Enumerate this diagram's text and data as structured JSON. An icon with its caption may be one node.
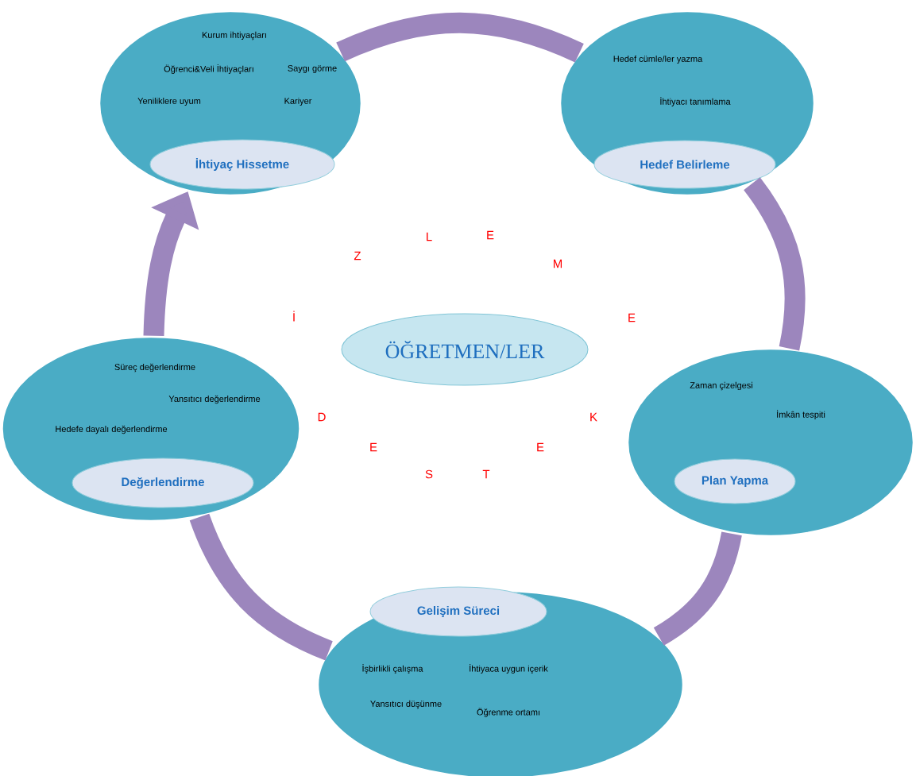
{
  "diagram": {
    "nodes": [
      {
        "text": [
          "Kurum ihtiyaçları",
          "Öğrenci&Veli İhtiyaçları",
          "Saygı görme",
          "Yeniliklere uyum",
          "Kariyer"
        ]
      },
      {
        "text": [
          "İhtiyaç Hissetme"
        ],
        "in": 0
      },
      {
        "text": [
          "Hedef cümle/ler yazma",
          "İhtiyacı tanımlama"
        ]
      },
      {
        "text": [
          "Hedef Belirleme"
        ],
        "in": 2
      },
      {
        "text": [
          "ÖĞRETMEN/LER"
        ]
      },
      {
        "text": [
          "Süreç değerlendirme",
          "Yansıtıcı değerlendirme",
          "Hedefe dayalı değerlendirme"
        ]
      },
      {
        "text": [
          "Değerlendirme"
        ],
        "in": 5
      },
      {
        "text": [
          "Zaman çizelgesi",
          "İmkân tespiti"
        ]
      },
      {
        "text": [
          "Plan Yapma"
        ],
        "in": 7
      },
      {
        "text": [
          "İşbirlikli çalışma",
          "İhtiyaca uygun içerik",
          "Yansıtıcı düşünme",
          "Öğrenme ortamı"
        ]
      },
      {
        "text": [
          "Gelişim Süreci"
        ],
        "in": 9
      }
    ],
    "edges": [
      {
        "from": 0,
        "to": 2,
        "arrow": "none"
      },
      {
        "from": 2,
        "to": 7,
        "arrow": "none"
      },
      {
        "from": 7,
        "to": 9,
        "arrow": "none"
      },
      {
        "from": 9,
        "to": 5,
        "arrow": "none"
      },
      {
        "from": 5,
        "to": 0,
        "arrow": "to"
      }
    ],
    "labels": [
      "İ",
      "Z",
      "L",
      "E",
      "M",
      "E",
      "K",
      "E",
      "T",
      "S",
      "E",
      "D"
    ]
  }
}
